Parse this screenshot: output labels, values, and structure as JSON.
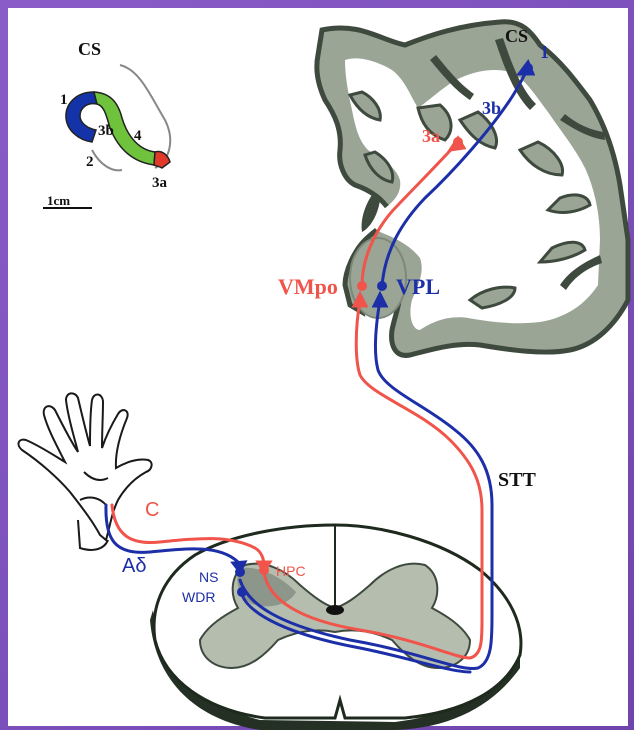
{
  "colors": {
    "background": "#8a5cc8",
    "panel": "#ffffff",
    "gray_matter": "#9aa596",
    "dark_fill": "#3f4a3f",
    "red_pathway": "#f0544a",
    "blue_pathway": "#1c2fa8",
    "inset_blue": "#1433a8",
    "inset_green": "#6fc23c",
    "inset_red": "#e23a2a"
  },
  "labels": {
    "inset_cs": "CS",
    "inset_area_1": "1",
    "inset_area_3b": "3b",
    "inset_area_4": "4",
    "inset_area_2": "2",
    "inset_area_3a": "3a",
    "scale_bar": "1cm",
    "cortex_cs": "CS",
    "cortex_area_1": "1",
    "cortex_area_3b": "3b",
    "cortex_area_3a": "3a",
    "vmpo": "VMpo",
    "vpl": "VPL",
    "stt": "STT",
    "fiber_c": "C",
    "fiber_adelta": "Aδ",
    "ns": "NS",
    "wdr": "WDR",
    "hpc": "HPC"
  }
}
